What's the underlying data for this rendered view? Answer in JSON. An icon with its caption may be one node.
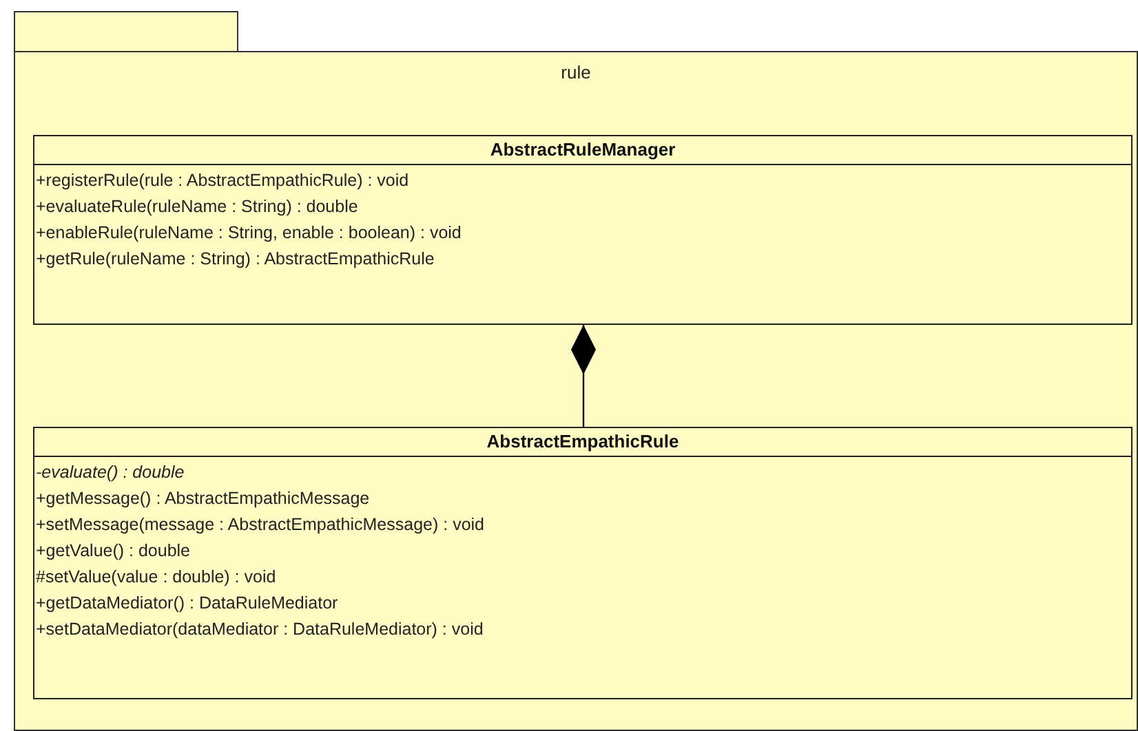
{
  "diagram": {
    "nodes": [
      {
        "text": [
          "rule"
        ]
      },
      {
        "text": [
          "AbstractRuleManager",
          "+registerRule(rule : AbstractEmpathicRule) : void",
          "+evaluateRule(ruleName : String) : double",
          "+enableRule(ruleName : String, enable : boolean) : void",
          "+getRule(ruleName : String) : AbstractEmpathicRule"
        ],
        "in": 0
      },
      {
        "text": [
          "AbstractEmpathicRule",
          "-evaluate() : double",
          "+getMessage() : AbstractEmpathicMessage",
          "+setMessage(message : AbstractEmpathicMessage) : void",
          "+getValue() : double",
          "#setValue(value : double) : void",
          "+getDataMediator() : DataRuleMediator",
          "+setDataMediator(dataMediator : DataRuleMediator) : void"
        ],
        "in": 0
      }
    ],
    "edges": [
      {
        "from": 2,
        "to": 1,
        "arrow": "other"
      }
    ]
  }
}
